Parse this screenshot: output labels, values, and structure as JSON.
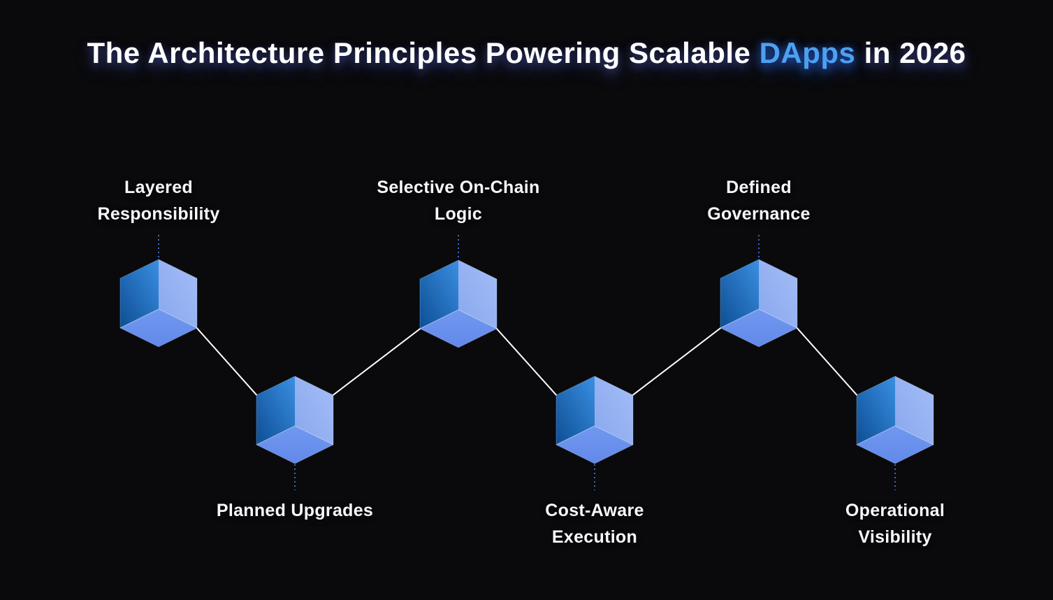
{
  "title": {
    "prefix": "The Architecture Principles Powering Scalable ",
    "highlight": "DApps",
    "suffix": " in 2026"
  },
  "nodes": [
    {
      "id": "layered-responsibility",
      "label": "Layered\nResponsibility",
      "row": "top"
    },
    {
      "id": "planned-upgrades",
      "label": "Planned Upgrades",
      "row": "bottom"
    },
    {
      "id": "selective-on-chain-logic",
      "label": "Selective On-Chain\nLogic",
      "row": "top"
    },
    {
      "id": "cost-aware-execution",
      "label": "Cost-Aware\nExecution",
      "row": "bottom"
    },
    {
      "id": "defined-governance",
      "label": "Defined\nGovernance",
      "row": "top"
    },
    {
      "id": "operational-visibility",
      "label": "Operational\nVisibility",
      "row": "bottom"
    }
  ],
  "colors": {
    "background": "#0a0a0c",
    "title_text": "#ffffff",
    "title_highlight": "#4da0f0",
    "label_text": "#f7f8fa",
    "connector_line": "#ffffff",
    "dotted_line": "#4272d8",
    "cube_left_top": "#3a8fe2",
    "cube_left_bottom": "#0d4e94",
    "cube_right_light": "#a4bdf6",
    "cube_right_dark": "#88a7ee",
    "cube_bottom_top": "#7198f0",
    "cube_bottom_bottom": "#6289e9",
    "cube_edge": "#cddefc"
  }
}
